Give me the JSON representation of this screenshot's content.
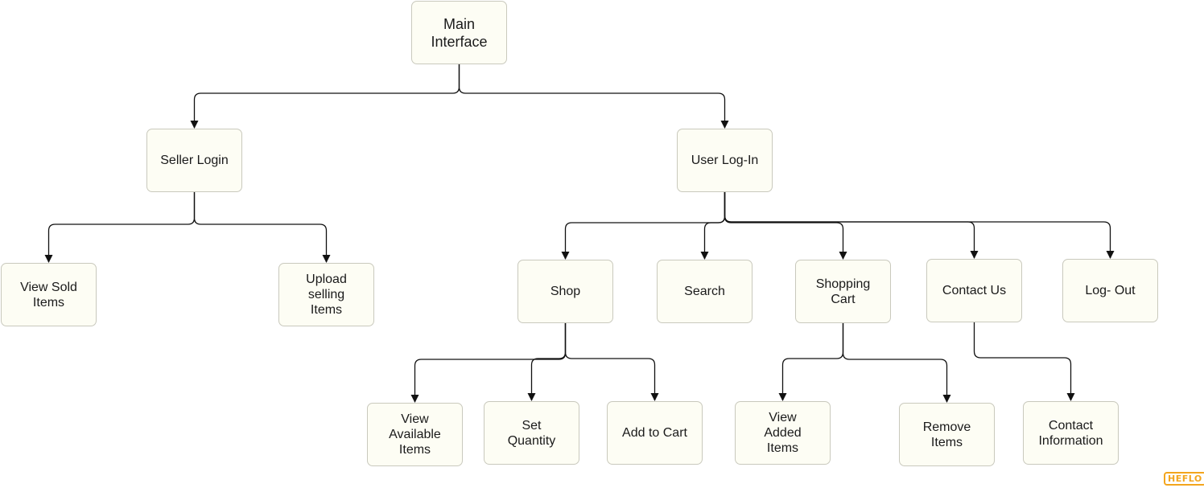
{
  "nodes": {
    "main": "Main\nInterface",
    "seller": "Seller Login",
    "user": "User Log-In",
    "sold": "View Sold\nItems",
    "upload": "Upload\nselling\nItems",
    "shop": "Shop",
    "search": "Search",
    "cart": "Shopping\nCart",
    "contact": "Contact Us",
    "logout": "Log- Out",
    "available": "View\nAvailable\nItems",
    "quantity": "Set\nQuantity",
    "addcart": "Add to Cart",
    "added": "View\nAdded\nItems",
    "remove": "Remove\nItems",
    "info": "Contact\nInformation"
  },
  "edges": [
    [
      "main",
      "seller"
    ],
    [
      "main",
      "user"
    ],
    [
      "seller",
      "sold"
    ],
    [
      "seller",
      "upload"
    ],
    [
      "user",
      "shop"
    ],
    [
      "user",
      "search"
    ],
    [
      "user",
      "cart"
    ],
    [
      "user",
      "contact"
    ],
    [
      "user",
      "logout"
    ],
    [
      "shop",
      "available"
    ],
    [
      "shop",
      "quantity"
    ],
    [
      "shop",
      "addcart"
    ],
    [
      "cart",
      "added"
    ],
    [
      "cart",
      "remove"
    ],
    [
      "contact",
      "info"
    ]
  ],
  "brand": "HEFLO"
}
